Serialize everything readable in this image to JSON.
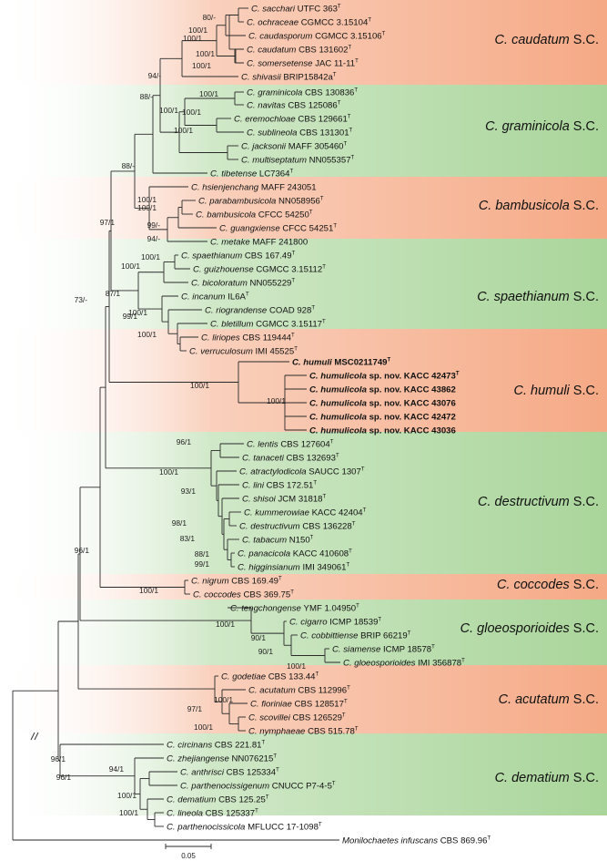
{
  "figure": {
    "scale_label": "0.05",
    "groups": [
      {
        "species": "C. caudatum",
        "suffix": " S.C.",
        "color": "#f5a985"
      },
      {
        "species": "C. graminicola",
        "suffix": " S.C.",
        "color": "#a9d59a"
      },
      {
        "species": "C. bambusicola",
        "suffix": " S.C.",
        "color": "#f5a985"
      },
      {
        "species": "C. spaethianum",
        "suffix": " S.C.",
        "color": "#a9d59a"
      },
      {
        "species": "C. humuli",
        "suffix": " S.C.",
        "color": "#f5a985"
      },
      {
        "species": "C. destructivum",
        "suffix": " S.C.",
        "color": "#a9d59a"
      },
      {
        "species": "C. coccodes",
        "suffix": " S.C.",
        "color": "#f5a985"
      },
      {
        "species": "C. gloeosporioides",
        "suffix": " S.C.",
        "color": "#a9d59a"
      },
      {
        "species": "C. acutatum",
        "suffix": " S.C.",
        "color": "#f5a985"
      },
      {
        "species": "C. dematium",
        "suffix": " S.C.",
        "color": "#a9d59a"
      }
    ],
    "taxa": [
      {
        "species": "C. sacchari",
        "strain": "UTFC 363",
        "type": true
      },
      {
        "species": "C. ochraceae",
        "strain": "CGMCC 3.15104",
        "type": true
      },
      {
        "species": "C. caudasporum",
        "strain": "CGMCC 3.15106",
        "type": true
      },
      {
        "species": "C. caudatum",
        "strain": "CBS 131602",
        "type": true
      },
      {
        "species": "C. somersetense",
        "strain": "JAC 11-11",
        "type": true
      },
      {
        "species": "C. shivasii",
        "strain": "BRIP15842a",
        "type": true
      },
      {
        "species": "C. graminicola",
        "strain": "CBS 130836",
        "type": true
      },
      {
        "species": "C. navitas",
        "strain": "CBS 125086",
        "type": true
      },
      {
        "species": "C. eremochloae",
        "strain": "CBS 129661",
        "type": true
      },
      {
        "species": "C. sublineola",
        "strain": "CBS 131301",
        "type": true
      },
      {
        "species": "C. jacksonii",
        "strain": "MAFF 305460",
        "type": true
      },
      {
        "species": "C. multiseptatum",
        "strain": "NN055357",
        "type": true
      },
      {
        "species": "C. tibetense",
        "strain": "LC7364",
        "type": true
      },
      {
        "species": "C. hsienjenchang",
        "strain": "MAFF 243051",
        "type": false
      },
      {
        "species": "C. parabambusicola",
        "strain": "NN058956",
        "type": true
      },
      {
        "species": "C. bambusicola",
        "strain": "CFCC 54250",
        "type": true
      },
      {
        "species": "C. guangxiense",
        "strain": "CFCC 54251",
        "type": true
      },
      {
        "species": "C. metake",
        "strain": "MAFF 241800",
        "type": false
      },
      {
        "species": "C. spaethianum",
        "strain": "CBS 167.49",
        "type": true
      },
      {
        "species": "C. guizhouense",
        "strain": "CGMCC 3.15112",
        "type": true
      },
      {
        "species": "C. bicoloratum",
        "strain": "NN055229",
        "type": true
      },
      {
        "species": "C. incanum",
        "strain": "IL6A",
        "type": true
      },
      {
        "species": "C. riograndense",
        "strain": "COAD 928",
        "type": true
      },
      {
        "species": "C. bletillum",
        "strain": "CGMCC 3.15117",
        "type": true
      },
      {
        "species": "C. liriopes",
        "strain": "CBS 119444",
        "type": true
      },
      {
        "species": "C. verruculosum",
        "strain": "IMI 45525",
        "type": true
      },
      {
        "species": "C. humuli",
        "strain": "MSC0211749",
        "type": true,
        "bold": true
      },
      {
        "species": "C. humulicola",
        "strain": "sp. nov. KACC 42473",
        "type": true,
        "bold": true
      },
      {
        "species": "C. humulicola",
        "strain": "sp. nov. KACC 43862",
        "type": false,
        "bold": true
      },
      {
        "species": "C. humulicola",
        "strain": "sp. nov. KACC 43076",
        "type": false,
        "bold": true
      },
      {
        "species": "C. humulicola",
        "strain": "sp. nov. KACC 42472",
        "type": false,
        "bold": true
      },
      {
        "species": "C. humulicola",
        "strain": "sp. nov. KACC 43036",
        "type": false,
        "bold": true
      },
      {
        "species": "C. lentis",
        "strain": "CBS 127604",
        "type": true
      },
      {
        "species": "C. tanaceti",
        "strain": "CBS 132693",
        "type": true
      },
      {
        "species": "C. atractylodicola",
        "strain": "SAUCC 1307",
        "type": true
      },
      {
        "species": "C. lini",
        "strain": "CBS 172.51",
        "type": true
      },
      {
        "species": "C. shisoi",
        "strain": "JCM 31818",
        "type": true
      },
      {
        "species": "C. kummerowiae",
        "strain": "KACC 42404",
        "type": true
      },
      {
        "species": "C. destructivum",
        "strain": "CBS 136228",
        "type": true
      },
      {
        "species": "C. tabacum",
        "strain": "N150",
        "type": true
      },
      {
        "species": "C. panacicola",
        "strain": "KACC 410608",
        "type": true
      },
      {
        "species": "C. higginsianum",
        "strain": "IMI 349061",
        "type": true
      },
      {
        "species": "C. nigrum",
        "strain": "CBS 169.49",
        "type": true
      },
      {
        "species": "C. coccodes",
        "strain": "CBS 369.75",
        "type": true
      },
      {
        "species": "C. tengchongense",
        "strain": "YMF 1.04950",
        "type": true
      },
      {
        "species": "C. cigarro",
        "strain": "ICMP 18539",
        "type": true
      },
      {
        "species": "C. cobbittiense",
        "strain": "BRIP 66219",
        "type": true
      },
      {
        "species": "C. siamense",
        "strain": "ICMP 18578",
        "type": true
      },
      {
        "species": "C. gloeosporioides",
        "strain": "IMI 356878",
        "type": true
      },
      {
        "species": "C. godetiae",
        "strain": "CBS 133.44",
        "type": true
      },
      {
        "species": "C. acutatum",
        "strain": "CBS 112996",
        "type": true
      },
      {
        "species": "C. fioriniae",
        "strain": "CBS 128517",
        "type": true
      },
      {
        "species": "C. scovillei",
        "strain": "CBS 126529",
        "type": true
      },
      {
        "species": "C. nymphaeae",
        "strain": "CBS 515.78",
        "type": true
      },
      {
        "species": "C. circinans",
        "strain": "CBS 221.81",
        "type": true
      },
      {
        "species": "C. zhejiangense",
        "strain": "NN076215",
        "type": true
      },
      {
        "species": "C. anthrisci",
        "strain": "CBS 125334",
        "type": true
      },
      {
        "species": "C. parthenocissigenum",
        "strain": "CNUCC P7-4-5",
        "type": true
      },
      {
        "species": "C. dematium",
        "strain": "CBS 125.25",
        "type": true
      },
      {
        "species": "C. lineola",
        "strain": "CBS 125337",
        "type": true
      },
      {
        "species": "C. parthenocissicola",
        "strain": "MFLUCC 17-1098",
        "type": true
      },
      {
        "species": "Monilochaetes infuscans",
        "strain": "CBS 869.96",
        "type": true
      }
    ],
    "support": [
      "80/-",
      "100/1",
      "100/1",
      "100/1",
      "100/1",
      "94/-",
      "88/-",
      "100/1",
      "100/1",
      "100/1",
      "100/1",
      "88/-",
      "100/1",
      "100/1",
      "99/-",
      "94/-",
      "97/1",
      "100/1",
      "100/1",
      "87/1",
      "99/1",
      "100/1",
      "100/1",
      "73/-",
      "100/1",
      "100/1",
      "96/1",
      "100/1",
      "93/1",
      "98/1",
      "83/1",
      "88/1",
      "99/1",
      "96/1",
      "100/1",
      "100/1",
      "90/1",
      "90/1",
      "100/1",
      "100/1",
      "97/1",
      "100/1",
      "96/1",
      "94/1",
      "96/1",
      "100/1",
      "100/1"
    ],
    "type_marker": "T"
  }
}
